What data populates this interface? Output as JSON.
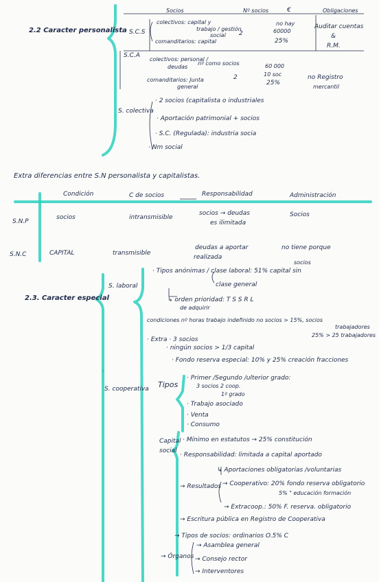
{
  "sec22": {
    "title": "2.2 Caracter personalista",
    "head_socios": "Socios",
    "head_n": "Nº socios",
    "head_e": "€",
    "head_oblig": "Obligaciones",
    "scs_label": "S.C.S",
    "scs_row1": "colectivos: capital y",
    "scs_row1b": "trabajo / gestión",
    "scs_row1c": "social",
    "scs_row2": "comanditarios: capital",
    "scs_n": "2",
    "scs_e1": "no hay",
    "scs_e2": "60000",
    "scs_e3": "25%",
    "scs_ob1": "Auditar cuentas",
    "scs_ob2": "&",
    "scs_ob3": "R.M.",
    "scpa_label": "S.C.A",
    "scpa_row1": "colectivos: personal /",
    "scpa_row1b": "deudas",
    "scpa_row1c": "nº como socios",
    "scpa_row2": "comanditarios: Junta",
    "scpa_row2b": "general",
    "scpa_n": "2",
    "scpa_e1": "60 000",
    "scpa_e2": "10 soc",
    "scpa_e3": "25%",
    "scpa_ob1": "no Registro",
    "scpa_ob2": "mercantil",
    "scol_label": "S. colectiva",
    "scol_items": [
      "· 2 socios (capitalista o industriales",
      "· Aportación patrimonial + socios",
      "· S.C. (Regulada): industria socia",
      "· Nm social"
    ]
  },
  "diff": {
    "heading": "Extra diferencias entre S.N personalista y capitalistas.",
    "col_condicion": "Condición",
    "col_cdesocios": "C de socios",
    "col_resp": "Responsabilidad",
    "col_admin": "Administración",
    "snp_label": "S.N.P",
    "snp_cond": "socios",
    "snp_c": "intransmisible",
    "snp_resp1": "socios → deudas",
    "snp_resp2": "es ilimitada",
    "snp_admin": "Socios",
    "snc_label": "S.N.C",
    "snc_cond": "CAPITAL",
    "snc_c": "transmisible",
    "snc_resp1": "deudas a aportar",
    "snc_resp2": "realizada",
    "snc_admin1": "no tiene porque",
    "snc_admin2": "socios"
  },
  "sec23": {
    "title": "2.3. Caracter especial",
    "slab_label": "S. laboral",
    "slab_1": "· Tipos anónimas / clase laboral: 51% capital sin",
    "slab_1b": "clase general",
    "slab_2": "↳ orden prioridad: T S S R L",
    "slab_2b": "de adquirir",
    "slab_3": "condiciones nº horas trabajo indefinido no socios > 15%, socios",
    "slab_3b": "trabajadores",
    "slab_3c": "25% > 25 trabajadores",
    "slab_4": "· Extra · 3 socios",
    "slab_4b": "· ningún socios > 1/3 capital",
    "slab_5": "· Fondo reserva especial: 10% y 25% creación fracciones",
    "scoop_label": "S. cooperativa",
    "tipos_label": "Tipos",
    "tipos_1": "· Primer /Segundo /ulterior grado:",
    "tipos_1b": "3 socios  2 coop.",
    "tipos_1c": "1º grado",
    "tipos_2": "· Trabajo asociado",
    "tipos_3": "· Venta",
    "tipos_4": "· Consumo",
    "cap_label": "Capital",
    "cap_label2": "social",
    "cap_1": "· Mínimo en estatutos → 25% constitución",
    "cap_2": "· Responsabilidad: limitada a capital aportado",
    "cap_3": "↳ Aportaciones obligatorias /voluntarias",
    "res_label": "→ Resultados",
    "res_1": "→ Cooperativo: 20% fondo reserva obligatorio",
    "res_1b": "5% \" educación formación",
    "res_2": "→ Extracoop.: 50% F. reserva. obligatorio",
    "esc": "→ Escritura pública en Registro de Cooperativa",
    "tiposoc": "→ Tipos de socios: ordinarios O.5% C",
    "org_label": "→ Órganos",
    "org_1": "→ Asamblea general",
    "org_2": "→ Consejo rector",
    "org_3": "→ Interventores"
  }
}
